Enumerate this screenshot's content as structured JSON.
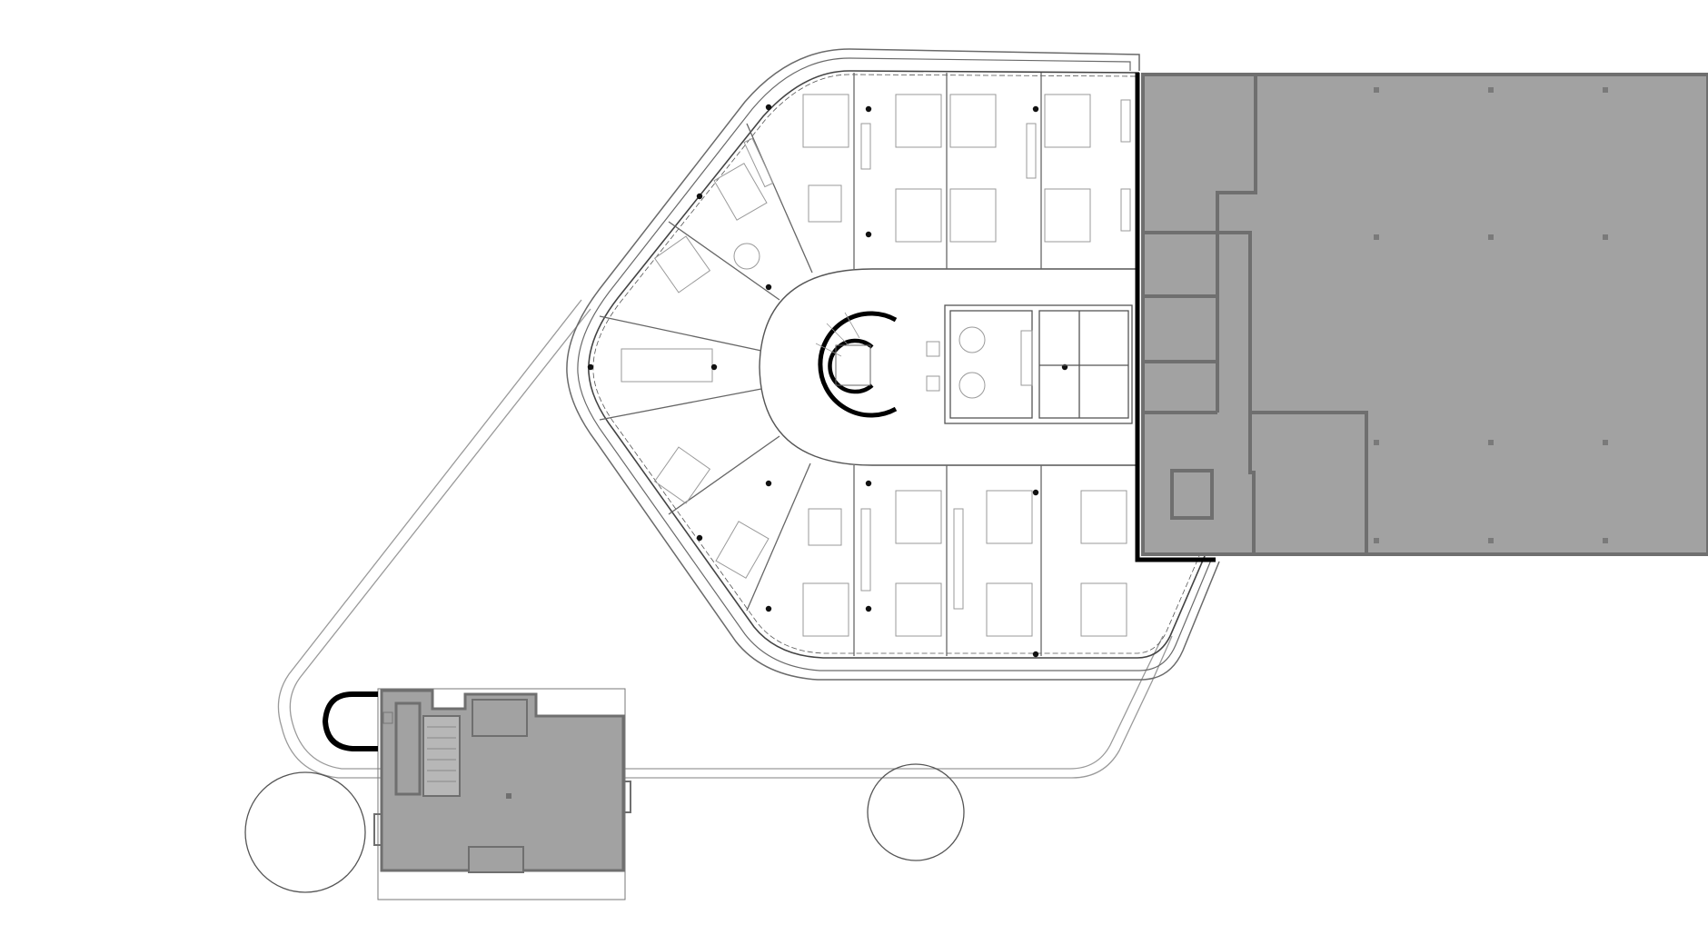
{
  "diagram": {
    "kind": "architectural-floor-plan",
    "colors": {
      "background": "#ffffff",
      "line": "#555555",
      "thin_line": "#8a8a8a",
      "furniture": "#9a9a9a",
      "wall_heavy": "#000000",
      "existing_fill": "#a2a2a2",
      "existing_wall": "#6f6f6f",
      "column": "#111111"
    },
    "elements": {
      "main_building": "curved-office-wing",
      "core": "spiral-stair-core",
      "wet_core": "kitchen-and-wc-block",
      "existing_building": "existing-building-grey",
      "annex": "small-house-grey",
      "trees": [
        "tree-left",
        "tree-middle"
      ]
    }
  }
}
